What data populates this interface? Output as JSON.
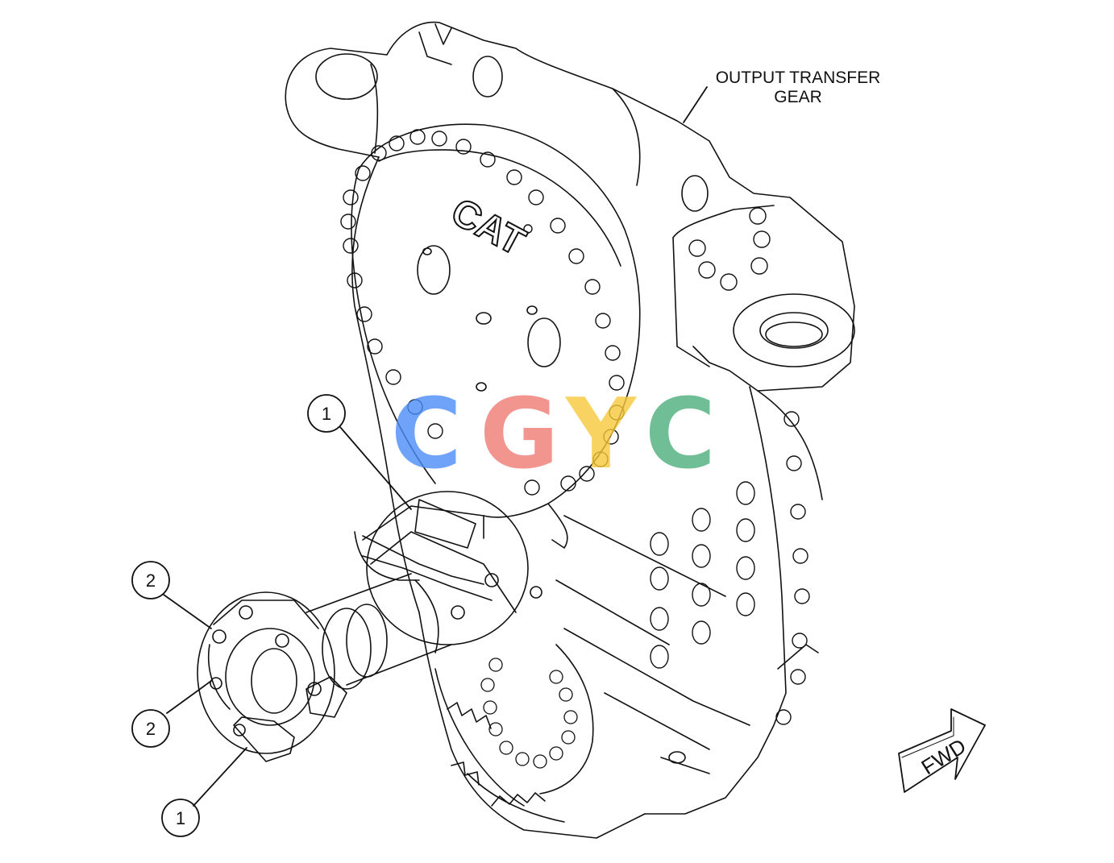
{
  "labels": {
    "output_transfer_gear_line1": "OUTPUT TRANSFER",
    "output_transfer_gear_line2": "GEAR",
    "fwd": "FWD",
    "logo": "CAT"
  },
  "callouts": [
    {
      "id": "callout-1-top",
      "number": "1"
    },
    {
      "id": "callout-2-upper",
      "number": "2"
    },
    {
      "id": "callout-2-lower",
      "number": "2"
    },
    {
      "id": "callout-1-bottom",
      "number": "1"
    }
  ],
  "watermark": {
    "letters": [
      "C",
      "G",
      "Y",
      "C"
    ],
    "colors": [
      "#4a8df8",
      "#f07b72",
      "#f7c93a",
      "#4cae7c"
    ]
  }
}
